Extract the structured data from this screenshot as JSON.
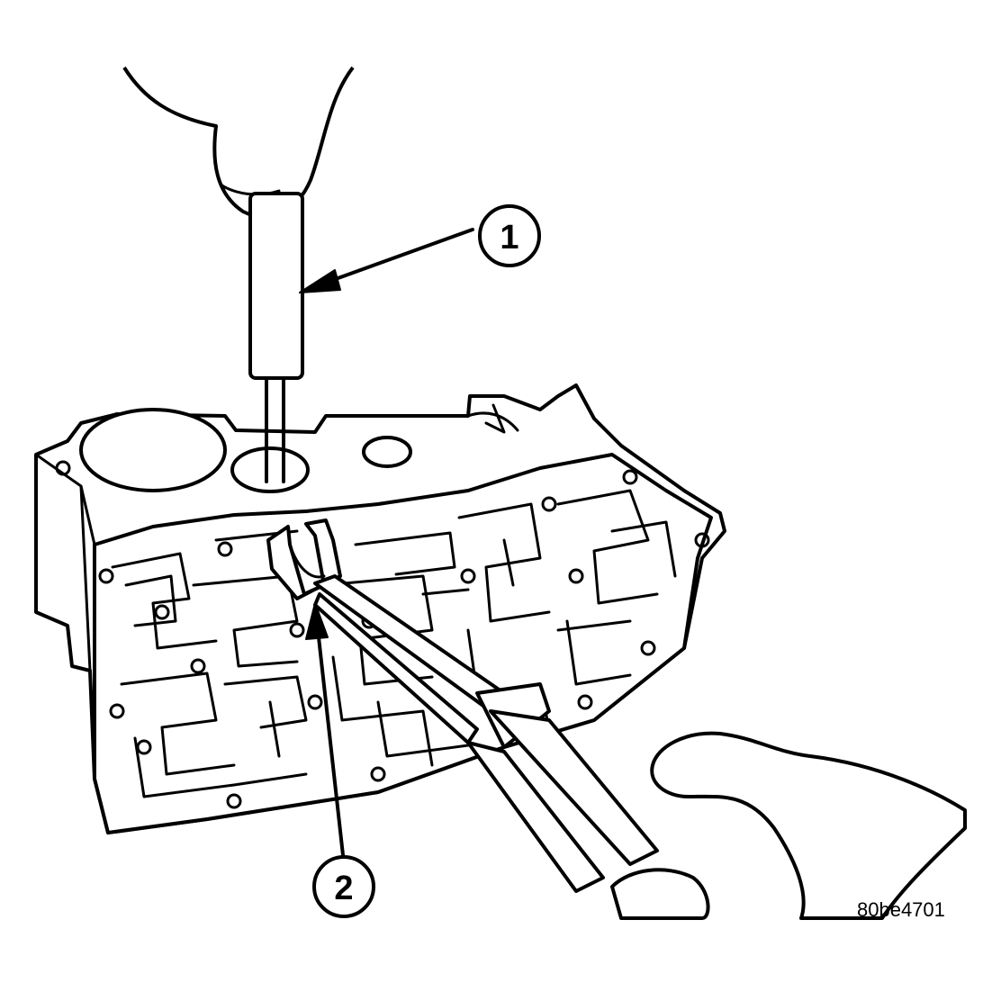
{
  "callouts": [
    {
      "label": "1",
      "target": "tool"
    },
    {
      "label": "2",
      "target": "retainer-clip"
    }
  ],
  "figure_id": "80be4701"
}
